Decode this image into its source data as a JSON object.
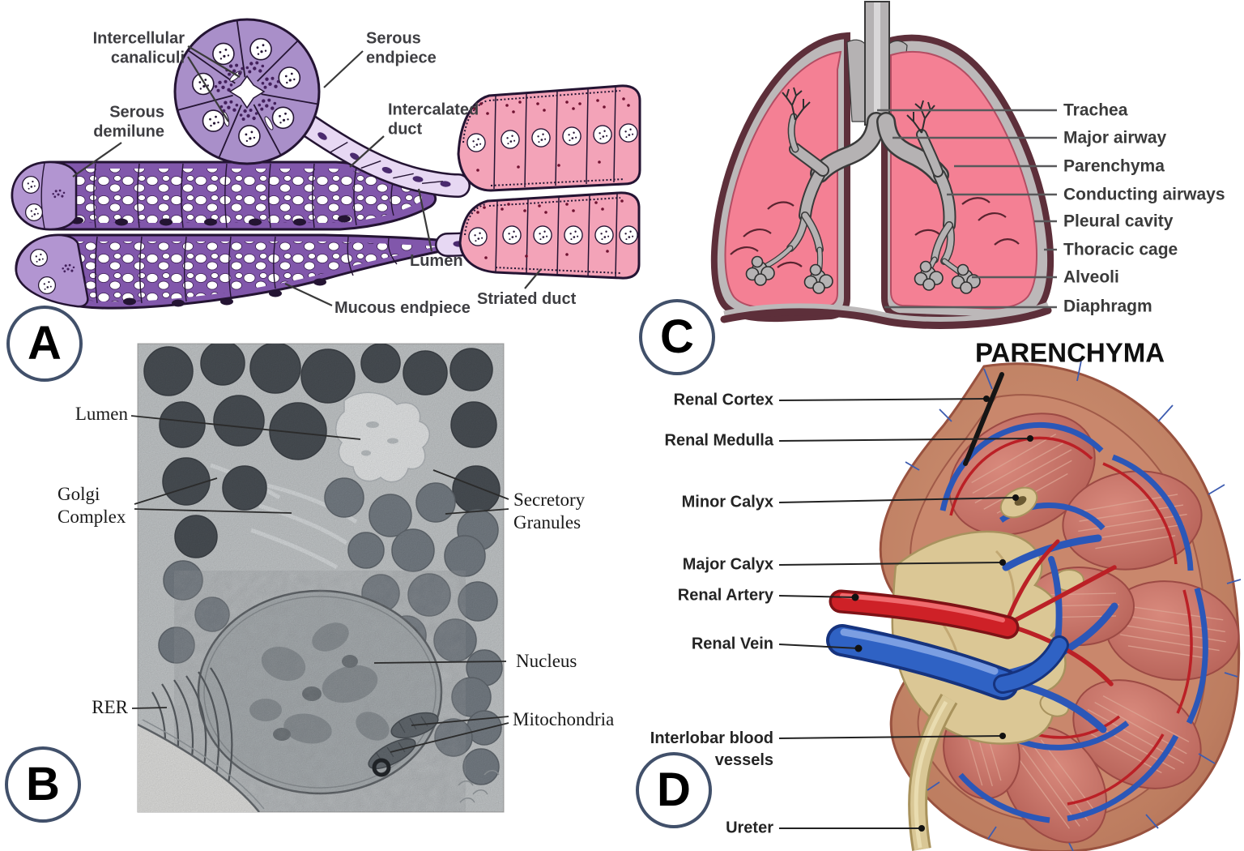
{
  "panel_a": {
    "badge": "A",
    "labels": {
      "intercellular_canaliculi": "Intercellular\ncanaliculi",
      "serous_endpiece": "Serous\nendpiece",
      "serous_demilune": "Serous\ndemilune",
      "intercalated_duct": "Intercalated\nduct",
      "lumen": "Lumen",
      "mucous_endpiece": "Mucous endpiece",
      "striated_duct": "Striated duct"
    }
  },
  "panel_b": {
    "badge": "B",
    "labels": {
      "lumen": "Lumen",
      "golgi_complex": "Golgi\nComplex",
      "secretory_granules": "Secretory\nGranules",
      "nucleus": "Nucleus",
      "rer": "RER",
      "mitochondria": "Mitochondria"
    }
  },
  "panel_c": {
    "badge": "C",
    "labels": [
      "Trachea",
      "Major airway",
      "Parenchyma",
      "Conducting airways",
      "Pleural cavity",
      "Thoracic cage",
      "Alveoli",
      "Diaphragm"
    ]
  },
  "panel_d": {
    "badge": "D",
    "title": "PARENCHYMA",
    "labels": [
      "Renal Cortex",
      "Renal Medulla",
      "Minor Calyx",
      "Major Calyx",
      "Renal Artery",
      "Renal Vein",
      "Interlobar blood\nvessels",
      "Ureter"
    ]
  },
  "colors": {
    "badge_ring": "#41506a",
    "serous_cell_purple": "#a98fc9",
    "mucous_cell_purple": "#8157ab",
    "demilune_purple": "#b295d1",
    "intercalated_duct_lavender": "#e7d8f3",
    "striated_duct_pink": "#f3a3b8",
    "lung_pink": "#f48094",
    "airway_gray": "#b5b2b3",
    "lung_outline_maroon": "#5d2f3a",
    "artery_red": "#ce2127",
    "vein_blue": "#2f62c4",
    "pelvis_cream": "#dbc795",
    "kidney_cortex_tan": "#bd7d60"
  }
}
